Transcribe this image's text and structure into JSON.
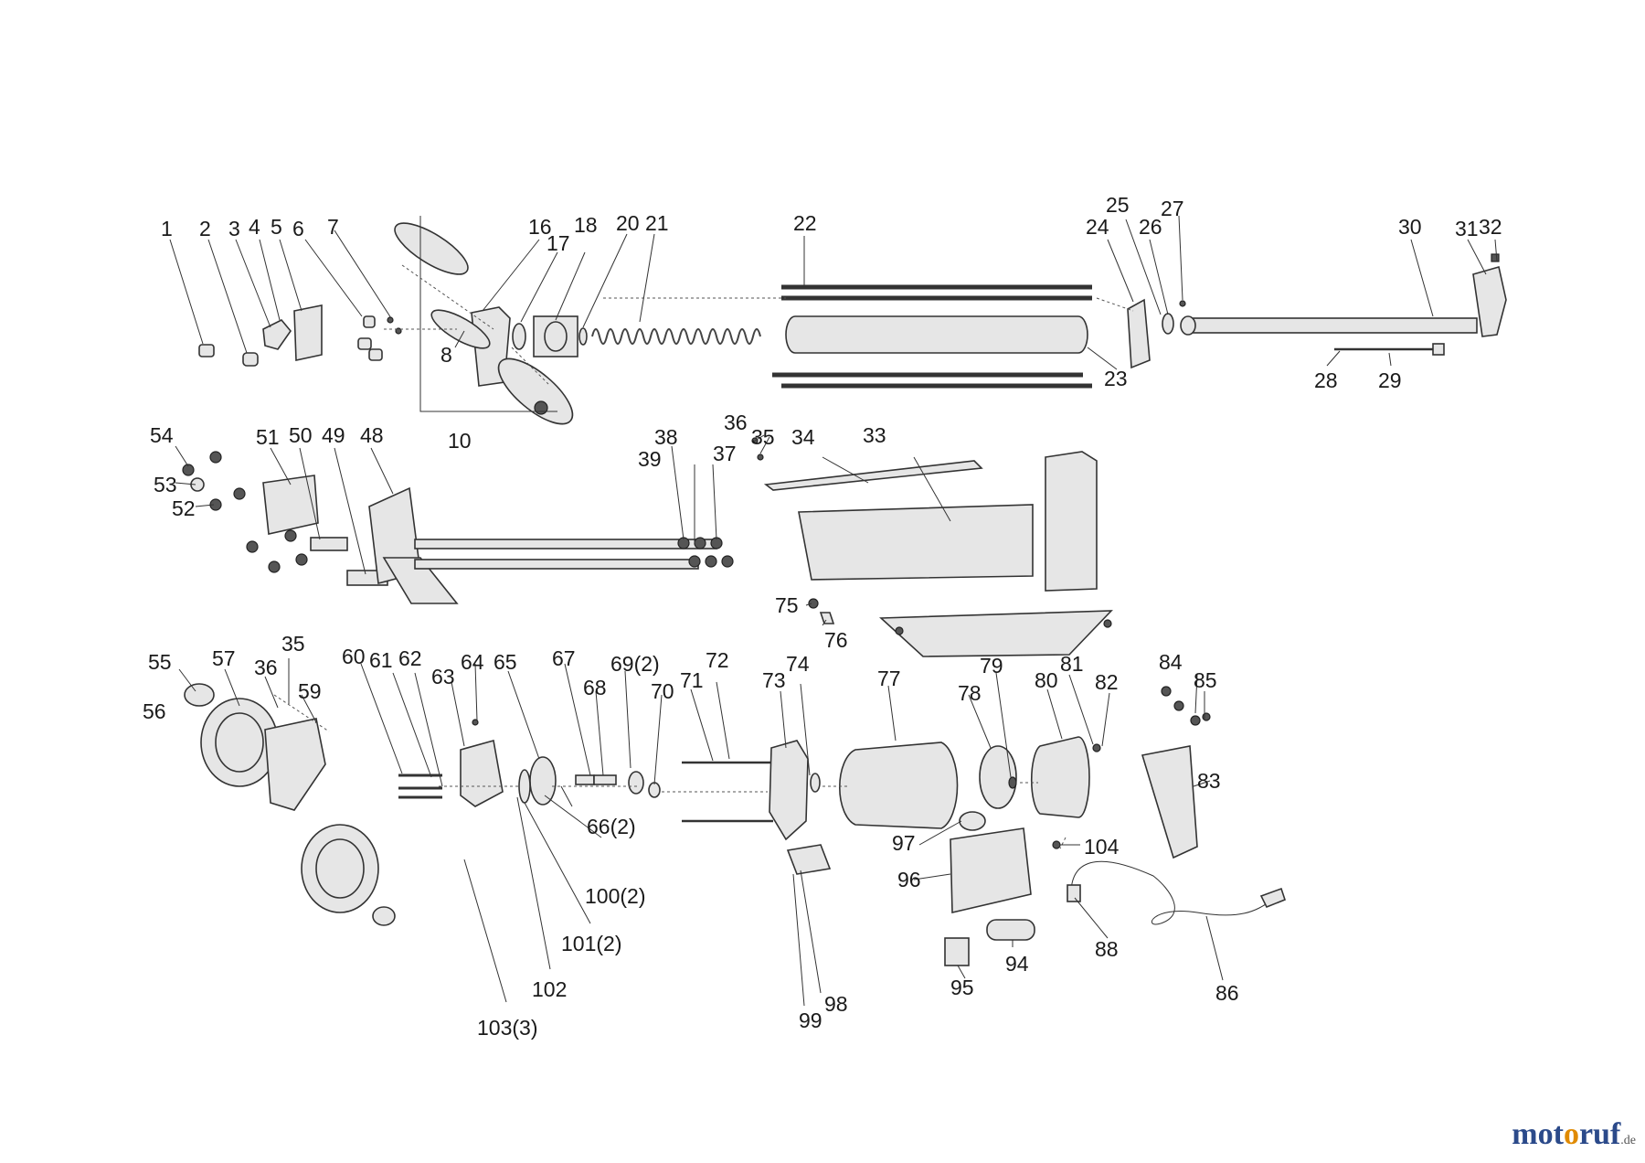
{
  "labels": [
    "1",
    "2",
    "3",
    "4",
    "5",
    "6",
    "7",
    "8",
    "10",
    "16",
    "17",
    "18",
    "20",
    "21",
    "22",
    "23",
    "24",
    "25",
    "26",
    "27",
    "28",
    "29",
    "30",
    "31",
    "32",
    "33",
    "34",
    "35",
    "36",
    "37",
    "38",
    "39",
    "48",
    "49",
    "50",
    "51",
    "52",
    "53",
    "54",
    "55",
    "56",
    "57",
    "35",
    "36",
    "59",
    "60",
    "61",
    "62",
    "63",
    "64",
    "65",
    "66(2)",
    "67",
    "68",
    "69(2)",
    "70",
    "71",
    "72",
    "73",
    "74",
    "75",
    "76",
    "77",
    "78",
    "79",
    "80",
    "81",
    "82",
    "83",
    "84",
    "85",
    "86",
    "88",
    "94",
    "95",
    "96",
    "97",
    "98",
    "99",
    "100(2)",
    "101(2)",
    "102",
    "103(3)",
    "104"
  ],
  "logo": {
    "part1": "mot",
    "part2": "o",
    "part3": "ruf",
    "suffix": ".de"
  }
}
